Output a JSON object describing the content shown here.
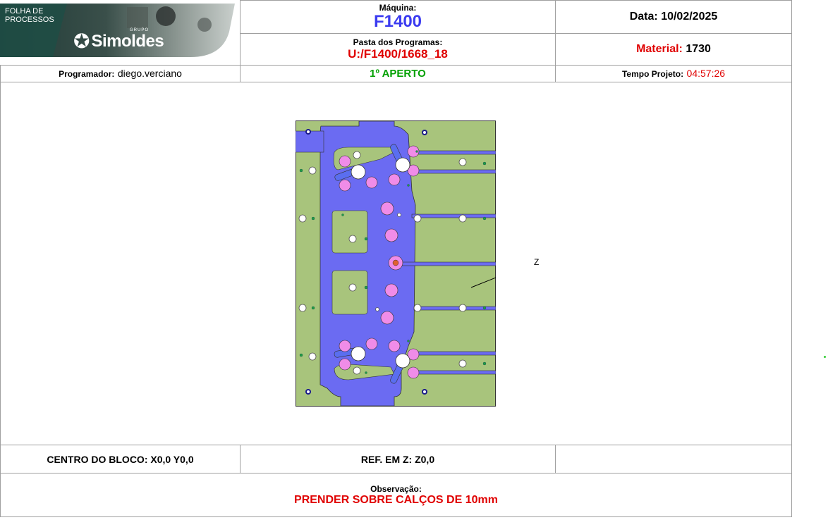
{
  "logo": {
    "folha_line1": "FOLHA DE",
    "folha_line2": "PROCESSOS",
    "brand_group": "GRUPO",
    "brand_name": "Simoldes"
  },
  "machine": {
    "label": "Máquina:",
    "value": "F1400"
  },
  "date": {
    "label": "Data:",
    "value": "10/02/2025"
  },
  "programs_folder": {
    "label": "Pasta dos Programas:",
    "value": "U:/F1400/1668_18"
  },
  "material": {
    "label": "Material:",
    "value": "1730"
  },
  "programmer": {
    "label": "Programador:",
    "value": "diego.verciano"
  },
  "setup": {
    "value": "1º APERTO"
  },
  "project_time": {
    "label": "Tempo Projeto:",
    "value": "04:57:26"
  },
  "drawing": {
    "axis_label": "Z"
  },
  "block_center": {
    "value": "CENTRO DO BLOCO: X0,0 Y0,0"
  },
  "z_reference": {
    "value": "REF. EM Z: Z0,0"
  },
  "observation": {
    "label": "Observação:",
    "value": "PRENDER SOBRE CALÇOS DE 10mm"
  },
  "colors": {
    "machine_blue": "#3b3bf0",
    "alert_red": "#e00000",
    "setup_green": "#00a000",
    "plate_green": "#a8c47c",
    "pocket_blue": "#6b6bf2",
    "hole_pink": "#f08ce8"
  }
}
